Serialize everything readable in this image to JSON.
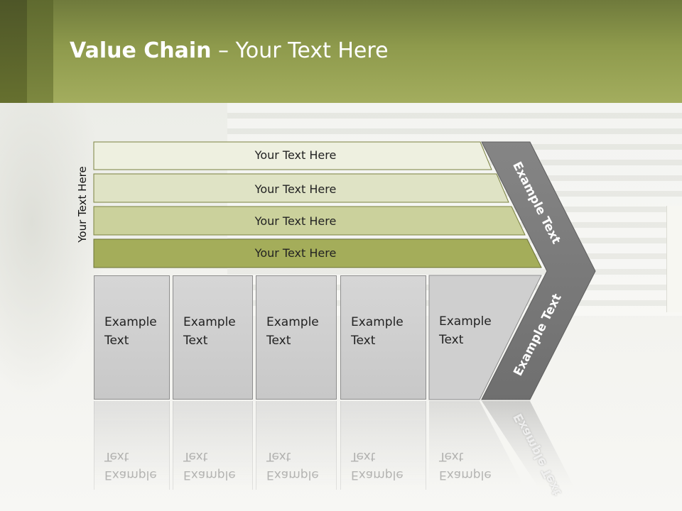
{
  "title": {
    "bold": "Value Chain",
    "rest": " – Your Text Here"
  },
  "vertical_label": "Your Text Here",
  "support_rows": [
    "Your Text Here",
    "Your Text Here",
    "Your Text Here",
    "Your Text Here"
  ],
  "activities": [
    [
      "Example",
      "Text"
    ],
    [
      "Example",
      "Text"
    ],
    [
      "Example",
      "Text"
    ],
    [
      "Example",
      "Text"
    ],
    [
      "Example",
      "Text"
    ]
  ],
  "chevron": {
    "upper": "Example Text",
    "lower": "Example Text"
  },
  "colors": {
    "header": "#8e9a4c",
    "row1": "#eef0e0",
    "row2": "#dfe3c5",
    "row3": "#cbd19c",
    "row4": "#a4ad5a",
    "chevron": "#7a7a7a"
  }
}
